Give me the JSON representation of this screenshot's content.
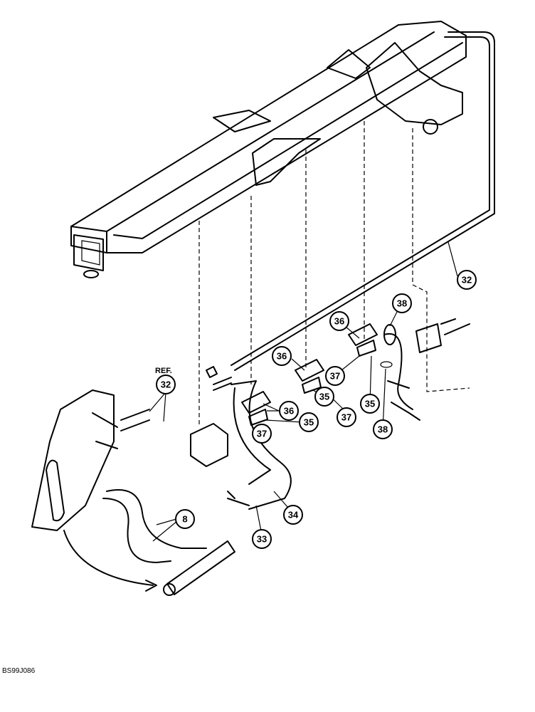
{
  "ref_label": "REF.",
  "drawing_code": "BS99J086",
  "callouts": [
    {
      "id": "c32a",
      "label": "32"
    },
    {
      "id": "c32b",
      "label": "32"
    },
    {
      "id": "c36a",
      "label": "36"
    },
    {
      "id": "c36b",
      "label": "36"
    },
    {
      "id": "c36c",
      "label": "36"
    },
    {
      "id": "c37a",
      "label": "37"
    },
    {
      "id": "c37b",
      "label": "37"
    },
    {
      "id": "c37c",
      "label": "37"
    },
    {
      "id": "c35a",
      "label": "35"
    },
    {
      "id": "c35b",
      "label": "35"
    },
    {
      "id": "c35c",
      "label": "35"
    },
    {
      "id": "c38a",
      "label": "38"
    },
    {
      "id": "c38b",
      "label": "38"
    },
    {
      "id": "c8",
      "label": "8"
    },
    {
      "id": "c34",
      "label": "34"
    },
    {
      "id": "c33",
      "label": "33"
    }
  ]
}
